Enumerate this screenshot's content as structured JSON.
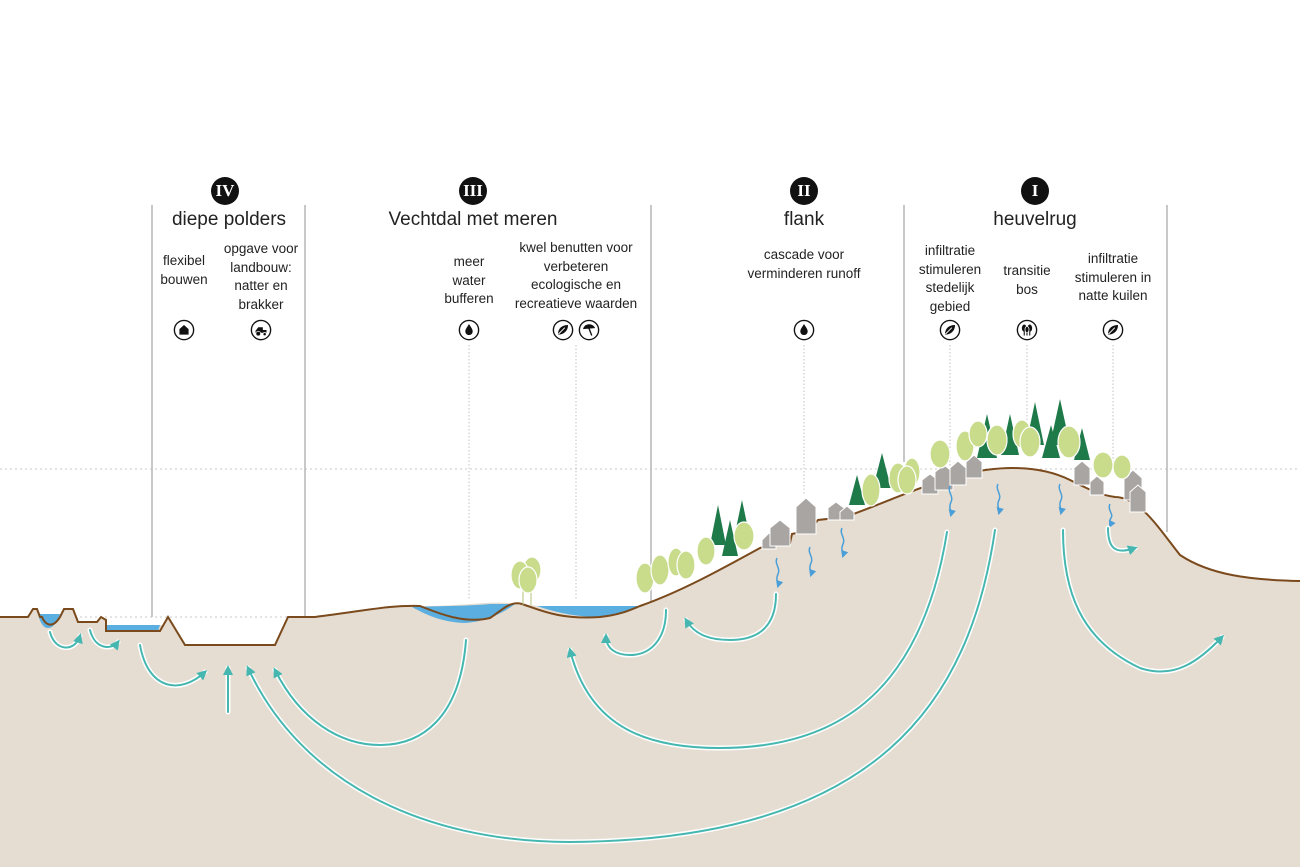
{
  "zones": [
    {
      "numeral": "IV",
      "title": "diepe polders"
    },
    {
      "numeral": "III",
      "title": "Vechtdal met meren"
    },
    {
      "numeral": "II",
      "title": "flank"
    },
    {
      "numeral": "I",
      "title": "heuvelrug"
    }
  ],
  "notes": [
    {
      "text": "flexibel\nbouwen",
      "icons": [
        "house-icon"
      ]
    },
    {
      "text": "opgave voor\nlandbouw:\nnatter en\nbrakker",
      "icons": [
        "tractor-icon"
      ]
    },
    {
      "text": "meer\nwater\nbufferen",
      "icons": [
        "water-drop-icon"
      ]
    },
    {
      "text": "kwel benutten voor\nverbeteren\necologische en\nrecreatieve waarden",
      "icons": [
        "leaf-icon",
        "parasol-icon"
      ]
    },
    {
      "text": "cascade voor\nverminderen runoff",
      "icons": [
        "water-drop-icon"
      ]
    },
    {
      "text": "infiltratie\nstimuleren\nstedelijk\ngebied",
      "icons": [
        "leaf-icon"
      ]
    },
    {
      "text": "transitie\nbos",
      "icons": [
        "forest-icon"
      ]
    },
    {
      "text": "infiltratie\nstimuleren in\nnatte kuilen",
      "icons": [
        "leaf-icon"
      ]
    }
  ],
  "colors": {
    "ground": "#e6ddd2",
    "surface_line": "#7a4a1c",
    "water": "#5aaee0",
    "flow_arrow": "#46b7b0",
    "infiltration": "#4a9fd8",
    "tree_light": "#c8dc8c",
    "tree_dark": "#1f7a4a",
    "building": "#a9a5a2",
    "divider": "#b5b5b5"
  }
}
